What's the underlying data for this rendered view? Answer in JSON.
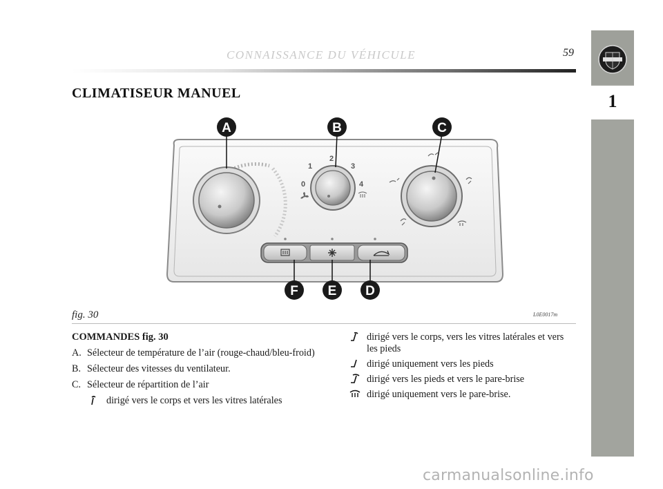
{
  "header": {
    "running_head": "CONNAISSANCE DU VÉHICULE",
    "page_number": "59"
  },
  "side_tab": {
    "chapter": "1",
    "logo_icon": "lancia-shield-icon"
  },
  "section_title": "CLIMATISEUR MANUEL",
  "figure": {
    "callouts": [
      "A",
      "B",
      "C",
      "D",
      "E",
      "F"
    ],
    "fan_scale": [
      "0",
      "1",
      "2",
      "3",
      "4"
    ],
    "caption": "fig. 30",
    "code": "L0E0017m"
  },
  "controls": {
    "title": "COMMANDES fig. 30",
    "items": [
      {
        "key": "A.",
        "text": "Sélecteur de température de l’air (rouge-chaud/bleu-froid)"
      },
      {
        "key": "B.",
        "text": "Sélecteur des vitesses du ventilateur."
      },
      {
        "key": "C.",
        "text": "Sélecteur de répartition de l’air"
      }
    ],
    "modes": [
      {
        "icon": "air-face-icon",
        "text": "dirigé vers le corps et vers les vitres latérales"
      },
      {
        "icon": "air-face-feet-icon",
        "text": "dirigé vers le corps, vers les vitres latérales et vers les pieds"
      },
      {
        "icon": "air-feet-icon",
        "text": "dirigé uniquement vers les pieds"
      },
      {
        "icon": "air-feet-windscreen-icon",
        "text": "dirigé vers les pieds et vers le pare-brise"
      },
      {
        "icon": "windscreen-defrost-icon",
        "text": "dirigé uniquement vers le pare-brise."
      }
    ]
  },
  "watermark": "carmanualsonline.info"
}
